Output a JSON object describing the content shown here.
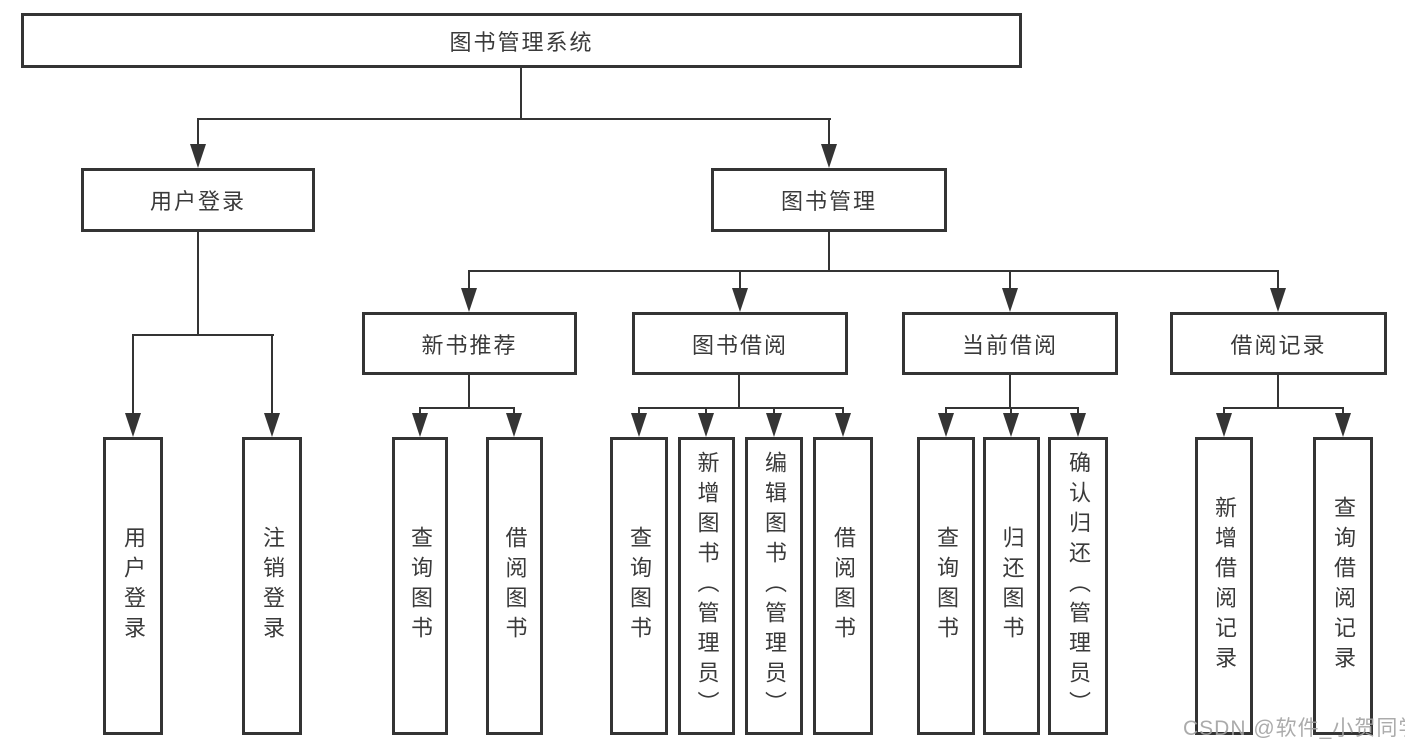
{
  "tree": {
    "label": "图书管理系统",
    "children": [
      {
        "label": "用户登录",
        "children": [
          {
            "label": "用户登录"
          },
          {
            "label": "注销登录"
          }
        ]
      },
      {
        "label": "图书管理",
        "children": [
          {
            "label": "新书推荐",
            "children": [
              {
                "label": "查询图书"
              },
              {
                "label": "借阅图书"
              }
            ]
          },
          {
            "label": "图书借阅",
            "children": [
              {
                "label": "查询图书"
              },
              {
                "label": "新增图书（管理员）"
              },
              {
                "label": "编辑图书（管理员）"
              },
              {
                "label": "借阅图书"
              }
            ]
          },
          {
            "label": "当前借阅",
            "children": [
              {
                "label": "查询图书"
              },
              {
                "label": "归还图书"
              },
              {
                "label": "确认归还（管理员）"
              }
            ]
          },
          {
            "label": "借阅记录",
            "children": [
              {
                "label": "新增借阅记录"
              },
              {
                "label": "查询借阅记录"
              }
            ]
          }
        ]
      }
    ]
  },
  "watermark": "CSDN @软件_小贺同学",
  "colors": {
    "line": "#343434",
    "text": "#3a3a3a",
    "watermark": "#a3a3a3",
    "background": "#ffffff"
  }
}
